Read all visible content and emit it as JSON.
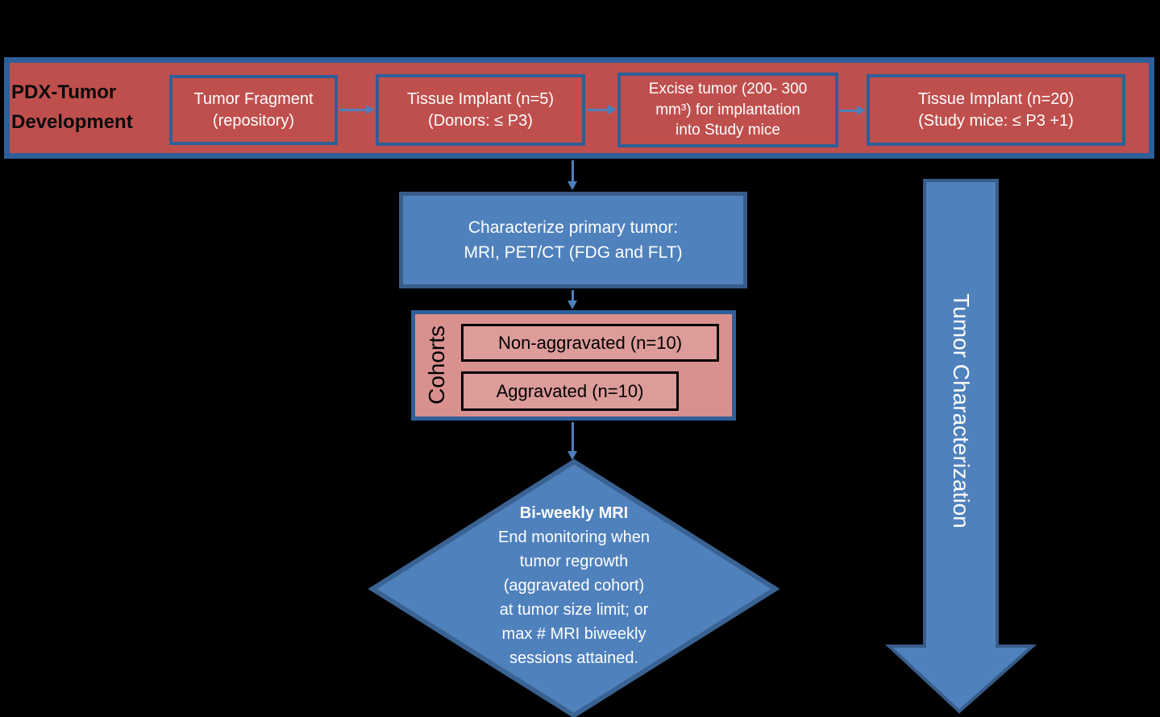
{
  "title_block": {
    "text": "PDX-Tumor\nDevelopment"
  },
  "pipeline": {
    "steps": [
      {
        "label": "Tumor Fragment\n(repository)"
      },
      {
        "label": "Tissue Implant (n=5)\n(Donors: ≤ P3)"
      },
      {
        "label": "Excise tumor (200- 300\nmm³) for implantation\ninto Study mice"
      },
      {
        "label": "Tissue Implant (n=20)\n(Study mice: ≤ P3 +1)"
      }
    ]
  },
  "characterize_box": {
    "text": "Characterize primary tumor:\nMRI, PET/CT (FDG and FLT)"
  },
  "cohorts": {
    "label": "Cohorts",
    "groups": [
      {
        "label": "Non-aggravated (n=10)"
      },
      {
        "label": "Aggravated (n=10)"
      }
    ]
  },
  "decision_diamond": {
    "title": "Bi-weekly MRI",
    "body": "End monitoring when\ntumor regrowth\n(aggravated cohort)\nat tumor size limit; or\nmax # MRI biweekly\nsessions attained."
  },
  "side_arrow": {
    "label": "Tumor Characterization"
  },
  "colors": {
    "background": "#000000",
    "red_fill": "#bf4f4d",
    "blue_border": "#2f5f98",
    "blue_fill": "#4f81bd",
    "blue_fill_border": "#385d8a",
    "pink_fill": "#d9918f",
    "pink_inner_fill": "#dc9c9a",
    "connector_blue": "#4d80bc",
    "text_white": "#ffffff",
    "text_black": "#000000"
  }
}
